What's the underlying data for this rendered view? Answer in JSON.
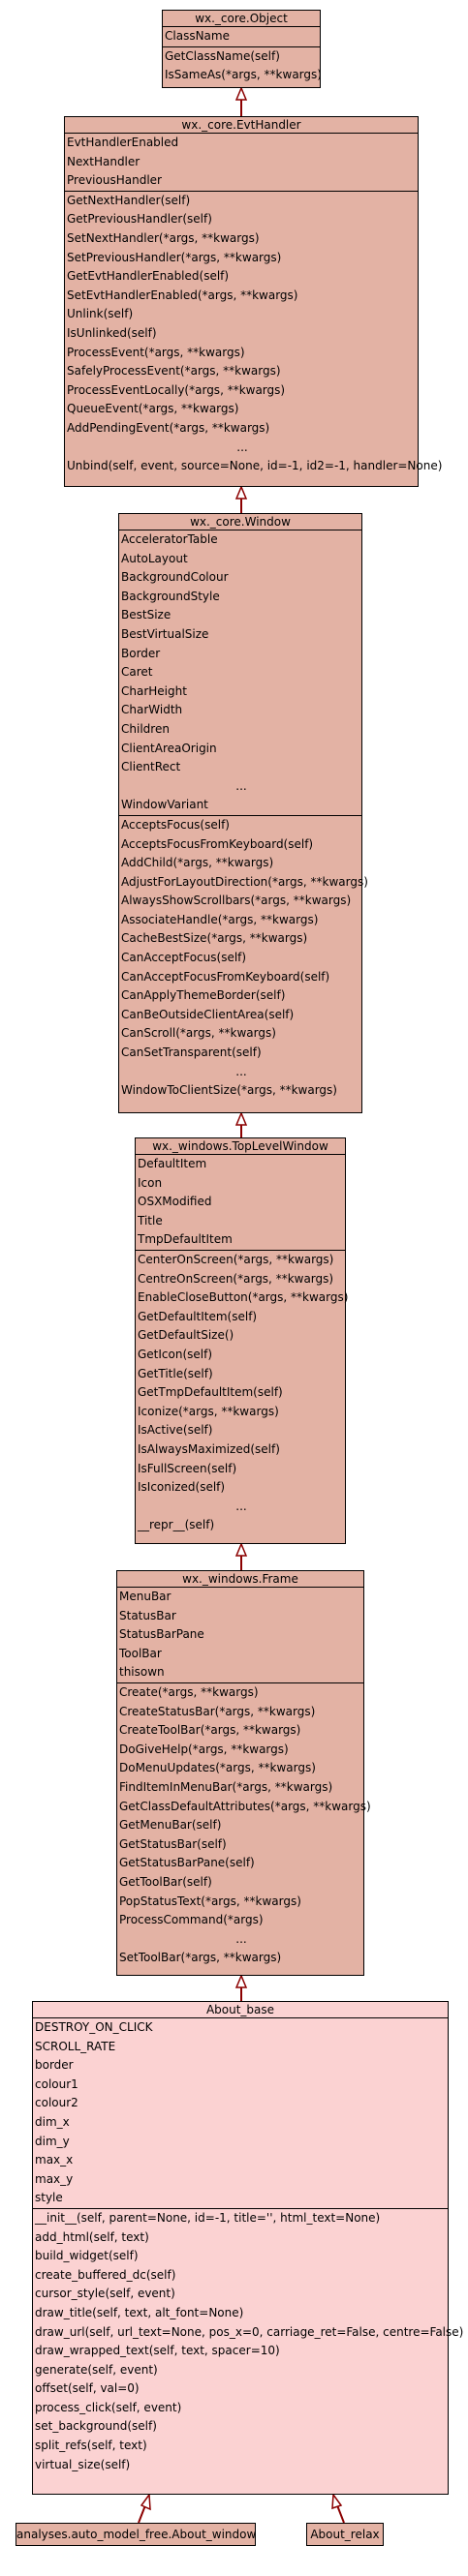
{
  "classes": {
    "object": {
      "title": "wx._core.Object",
      "attributes": [
        "ClassName"
      ],
      "methods": [
        "GetClassName(self)",
        "IsSameAs(*args, **kwargs)"
      ]
    },
    "evthandler": {
      "title": "wx._core.EvtHandler",
      "attributes": [
        "EvtHandlerEnabled",
        "NextHandler",
        "PreviousHandler"
      ],
      "methods": [
        "GetNextHandler(self)",
        "GetPreviousHandler(self)",
        "SetNextHandler(*args, **kwargs)",
        "SetPreviousHandler(*args, **kwargs)",
        "GetEvtHandlerEnabled(self)",
        "SetEvtHandlerEnabled(*args, **kwargs)",
        "Unlink(self)",
        "IsUnlinked(self)",
        "ProcessEvent(*args, **kwargs)",
        "SafelyProcessEvent(*args, **kwargs)",
        "ProcessEventLocally(*args, **kwargs)",
        "QueueEvent(*args, **kwargs)",
        "AddPendingEvent(*args, **kwargs)",
        "...",
        "Unbind(self, event, source=None, id=-1, id2=-1, handler=None)"
      ]
    },
    "window": {
      "title": "wx._core.Window",
      "attributes": [
        "AcceleratorTable",
        "AutoLayout",
        "BackgroundColour",
        "BackgroundStyle",
        "BestSize",
        "BestVirtualSize",
        "Border",
        "Caret",
        "CharHeight",
        "CharWidth",
        "Children",
        "ClientAreaOrigin",
        "ClientRect",
        "...",
        "WindowVariant"
      ],
      "methods": [
        "AcceptsFocus(self)",
        "AcceptsFocusFromKeyboard(self)",
        "AddChild(*args, **kwargs)",
        "AdjustForLayoutDirection(*args, **kwargs)",
        "AlwaysShowScrollbars(*args, **kwargs)",
        "AssociateHandle(*args, **kwargs)",
        "CacheBestSize(*args, **kwargs)",
        "CanAcceptFocus(self)",
        "CanAcceptFocusFromKeyboard(self)",
        "CanApplyThemeBorder(self)",
        "CanBeOutsideClientArea(self)",
        "CanScroll(*args, **kwargs)",
        "CanSetTransparent(self)",
        "...",
        "WindowToClientSize(*args, **kwargs)"
      ]
    },
    "toplevel": {
      "title": "wx._windows.TopLevelWindow",
      "attributes": [
        "DefaultItem",
        "Icon",
        "OSXModified",
        "Title",
        "TmpDefaultItem"
      ],
      "methods": [
        "CenterOnScreen(*args, **kwargs)",
        "CentreOnScreen(*args, **kwargs)",
        "EnableCloseButton(*args, **kwargs)",
        "GetDefaultItem(self)",
        "GetDefaultSize()",
        "GetIcon(self)",
        "GetTitle(self)",
        "GetTmpDefaultItem(self)",
        "Iconize(*args, **kwargs)",
        "IsActive(self)",
        "IsAlwaysMaximized(self)",
        "IsFullScreen(self)",
        "IsIconized(self)",
        "...",
        "__repr__(self)"
      ]
    },
    "frame": {
      "title": "wx._windows.Frame",
      "attributes": [
        "MenuBar",
        "StatusBar",
        "StatusBarPane",
        "ToolBar",
        "thisown"
      ],
      "methods": [
        "Create(*args, **kwargs)",
        "CreateStatusBar(*args, **kwargs)",
        "CreateToolBar(*args, **kwargs)",
        "DoGiveHelp(*args, **kwargs)",
        "DoMenuUpdates(*args, **kwargs)",
        "FindItemInMenuBar(*args, **kwargs)",
        "GetClassDefaultAttributes(*args, **kwargs)",
        "GetMenuBar(self)",
        "GetStatusBar(self)",
        "GetStatusBarPane(self)",
        "GetToolBar(self)",
        "PopStatusText(*args, **kwargs)",
        "ProcessCommand(*args)",
        "...",
        "SetToolBar(*args, **kwargs)"
      ]
    },
    "aboutbase": {
      "title": "About_base",
      "attributes": [
        "DESTROY_ON_CLICK",
        "SCROLL_RATE",
        "border",
        "colour1",
        "colour2",
        "dim_x",
        "dim_y",
        "max_x",
        "max_y",
        "style"
      ],
      "methods": [
        "__init__(self, parent=None, id=-1, title='', html_text=None)",
        "add_html(self, text)",
        "build_widget(self)",
        "create_buffered_dc(self)",
        "cursor_style(self, event)",
        "draw_title(self, text, alt_font=None)",
        "draw_url(self, url_text=None, pos_x=0, carriage_ret=False, centre=False)",
        "draw_wrapped_text(self, text, spacer=10)",
        "generate(self, event)",
        "offset(self, val=0)",
        "process_click(self, event)",
        "set_background(self)",
        "split_refs(self, text)",
        "virtual_size(self)"
      ]
    },
    "aboutwindow": {
      "title": "analyses.auto_model_free.About_window"
    },
    "aboutrelax": {
      "title": "About_relax"
    }
  },
  "colors": {
    "class_fill": "#e3b2a4",
    "leaf_fill": "#fbd2d2",
    "arrow": "#8b0000"
  }
}
